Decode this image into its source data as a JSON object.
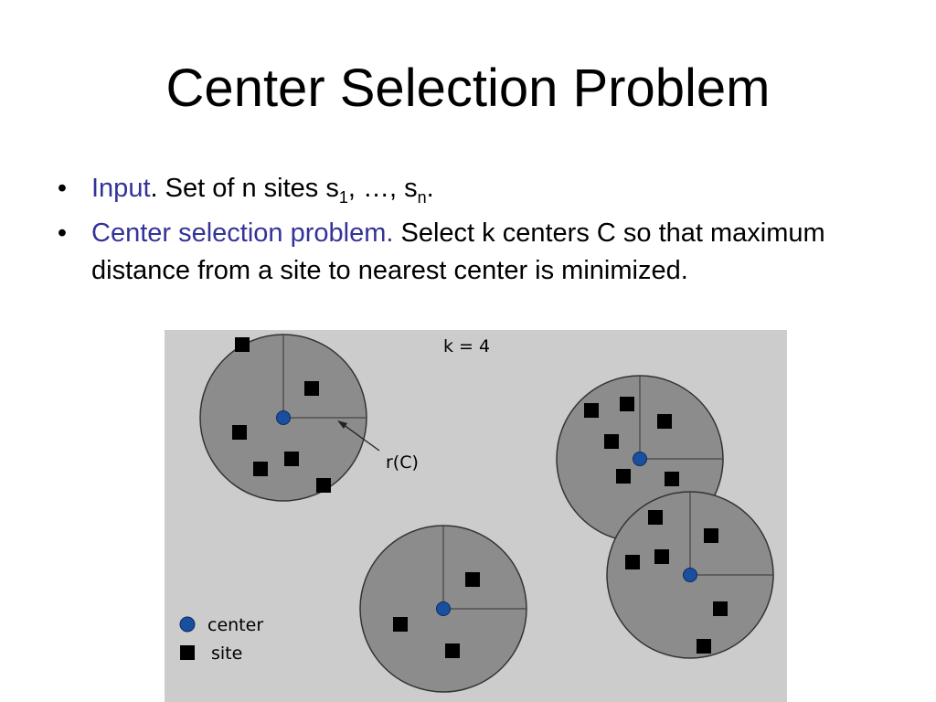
{
  "slide": {
    "title": "Center Selection Problem"
  },
  "bullets": [
    {
      "keyword": "Input",
      "text_a": ". Set of n sites s",
      "sub1": "1",
      "text_b": ", …, s",
      "sub2": "n",
      "text_c": "."
    },
    {
      "keyword": "Center selection problem.",
      "text": " Select k centers C so that maximum distance from a site to nearest center is minimized."
    }
  ],
  "figure": {
    "k_label": "k = 4",
    "radius_label": "r(C)",
    "legend": {
      "center_label": "center",
      "site_label": "site"
    },
    "colors": {
      "background": "#cccccc",
      "disk_fill": "#8c8c8c",
      "disk_stroke": "#333333",
      "center": "#1a4fa0",
      "site": "#000000",
      "keyword": "#333399"
    }
  }
}
